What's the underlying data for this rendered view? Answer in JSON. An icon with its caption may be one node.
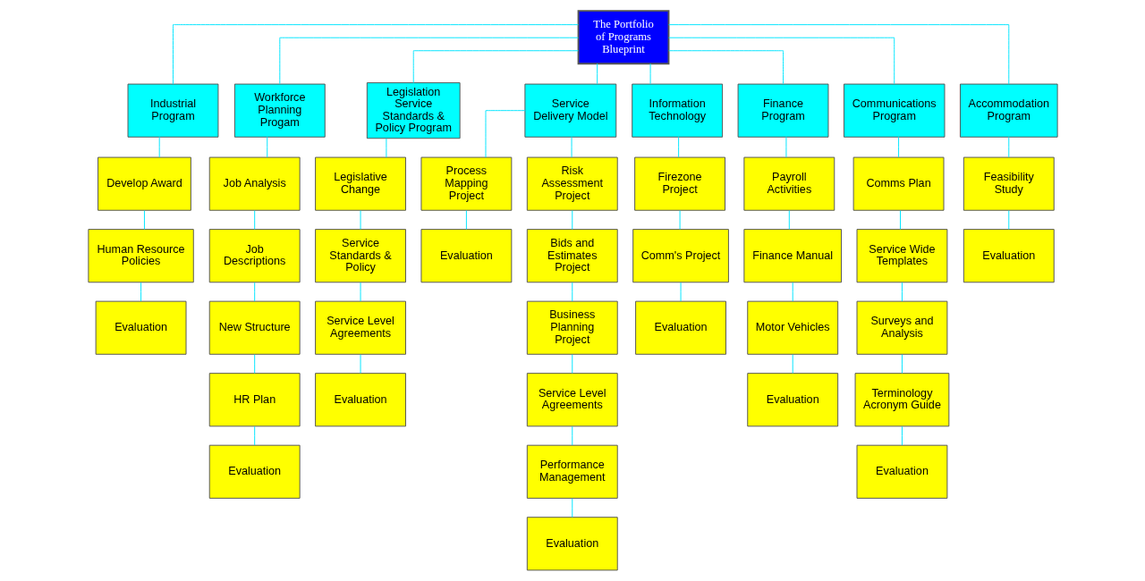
{
  "diagram": {
    "nodes": [
      {
        "text": [
          "The Portfolio of Programs Blueprint"
        ]
      },
      {
        "text": [
          "Industrial Program"
        ]
      },
      {
        "text": [
          "Develop Award"
        ]
      },
      {
        "text": [
          "Human Resource Policies"
        ]
      },
      {
        "text": [
          "Evaluation"
        ]
      },
      {
        "text": [
          "Workforce Planning Progam"
        ]
      },
      {
        "text": [
          "Job Analysis"
        ]
      },
      {
        "text": [
          "Job Descriptions"
        ]
      },
      {
        "text": [
          "New Structure"
        ]
      },
      {
        "text": [
          "HR Plan"
        ]
      },
      {
        "text": [
          "Evaluation"
        ]
      },
      {
        "text": [
          "Legislation Service Standards & Policy Program"
        ]
      },
      {
        "text": [
          "Legislative Change"
        ]
      },
      {
        "text": [
          "Service Standards & Policy"
        ]
      },
      {
        "text": [
          "Service Level Agreements"
        ]
      },
      {
        "text": [
          "Evaluation"
        ]
      },
      {
        "text": [
          "Service Delivery Model"
        ]
      },
      {
        "text": [
          "Process Mapping Project"
        ]
      },
      {
        "text": [
          "Evaluation"
        ]
      },
      {
        "text": [
          "Risk Assessment Project"
        ]
      },
      {
        "text": [
          "Bids and Estimates Project"
        ]
      },
      {
        "text": [
          "Business Planning Project"
        ]
      },
      {
        "text": [
          "Service Level Agreements"
        ]
      },
      {
        "text": [
          "Performance Management"
        ]
      },
      {
        "text": [
          "Evaluation"
        ]
      },
      {
        "text": [
          "Information Technology"
        ]
      },
      {
        "text": [
          "Firezone Project"
        ]
      },
      {
        "text": [
          "Comm's Project"
        ]
      },
      {
        "text": [
          "Evaluation"
        ]
      },
      {
        "text": [
          "Finance Program"
        ]
      },
      {
        "text": [
          "Payroll Activities"
        ]
      },
      {
        "text": [
          "Finance Manual"
        ]
      },
      {
        "text": [
          "Motor Vehicles"
        ]
      },
      {
        "text": [
          "Evaluation"
        ]
      },
      {
        "text": [
          "Communications Program"
        ]
      },
      {
        "text": [
          "Comms Plan"
        ]
      },
      {
        "text": [
          "Service Wide Templates"
        ]
      },
      {
        "text": [
          "Surveys and Analysis"
        ]
      },
      {
        "text": [
          "Terminology Acronym Guide"
        ]
      },
      {
        "text": [
          "Evaluation"
        ]
      },
      {
        "text": [
          "Accommodation Program"
        ]
      },
      {
        "text": [
          "Feasibility Study"
        ]
      },
      {
        "text": [
          "Evaluation"
        ]
      }
    ],
    "edges": [
      {
        "from": 0,
        "to": 1,
        "arrow": "none"
      },
      {
        "from": 0,
        "to": 5,
        "arrow": "none"
      },
      {
        "from": 0,
        "to": 11,
        "arrow": "none"
      },
      {
        "from": 0,
        "to": 16,
        "arrow": "none"
      },
      {
        "from": 0,
        "to": 25,
        "arrow": "none"
      },
      {
        "from": 0,
        "to": 29,
        "arrow": "none"
      },
      {
        "from": 0,
        "to": 34,
        "arrow": "none"
      },
      {
        "from": 0,
        "to": 40,
        "arrow": "none"
      },
      {
        "from": 1,
        "to": 2,
        "arrow": "none"
      },
      {
        "from": 2,
        "to": 3,
        "arrow": "none"
      },
      {
        "from": 3,
        "to": 4,
        "arrow": "none"
      },
      {
        "from": 5,
        "to": 6,
        "arrow": "none"
      },
      {
        "from": 6,
        "to": 7,
        "arrow": "none"
      },
      {
        "from": 7,
        "to": 8,
        "arrow": "none"
      },
      {
        "from": 8,
        "to": 9,
        "arrow": "none"
      },
      {
        "from": 9,
        "to": 10,
        "arrow": "none"
      },
      {
        "from": 11,
        "to": 12,
        "arrow": "none"
      },
      {
        "from": 12,
        "to": 13,
        "arrow": "none"
      },
      {
        "from": 13,
        "to": 14,
        "arrow": "none"
      },
      {
        "from": 14,
        "to": 15,
        "arrow": "none"
      },
      {
        "from": 16,
        "to": 17,
        "arrow": "none"
      },
      {
        "from": 16,
        "to": 19,
        "arrow": "none"
      },
      {
        "from": 17,
        "to": 18,
        "arrow": "none"
      },
      {
        "from": 19,
        "to": 20,
        "arrow": "none"
      },
      {
        "from": 20,
        "to": 21,
        "arrow": "none"
      },
      {
        "from": 21,
        "to": 22,
        "arrow": "none"
      },
      {
        "from": 22,
        "to": 23,
        "arrow": "none"
      },
      {
        "from": 23,
        "to": 24,
        "arrow": "none"
      },
      {
        "from": 25,
        "to": 26,
        "arrow": "none"
      },
      {
        "from": 26,
        "to": 27,
        "arrow": "none"
      },
      {
        "from": 27,
        "to": 28,
        "arrow": "none"
      },
      {
        "from": 29,
        "to": 30,
        "arrow": "none"
      },
      {
        "from": 30,
        "to": 31,
        "arrow": "none"
      },
      {
        "from": 31,
        "to": 32,
        "arrow": "none"
      },
      {
        "from": 32,
        "to": 33,
        "arrow": "none"
      },
      {
        "from": 34,
        "to": 35,
        "arrow": "none"
      },
      {
        "from": 35,
        "to": 36,
        "arrow": "none"
      },
      {
        "from": 36,
        "to": 37,
        "arrow": "none"
      },
      {
        "from": 37,
        "to": 38,
        "arrow": "none"
      },
      {
        "from": 38,
        "to": 39,
        "arrow": "none"
      },
      {
        "from": 40,
        "to": 41,
        "arrow": "none"
      },
      {
        "from": 41,
        "to": 42,
        "arrow": "none"
      }
    ]
  }
}
